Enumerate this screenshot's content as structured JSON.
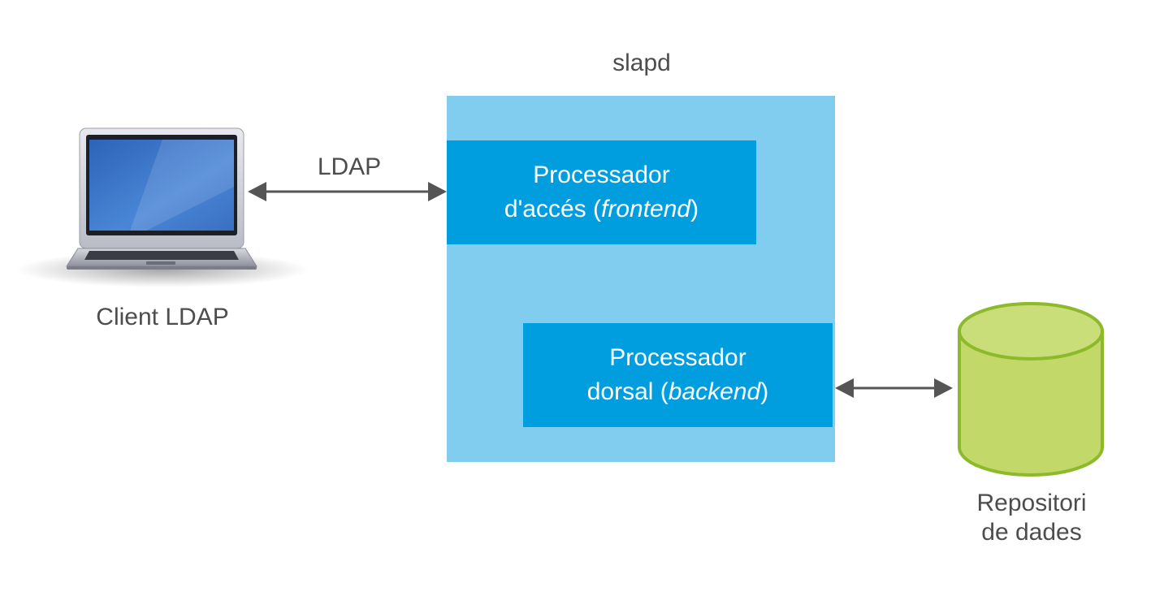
{
  "diagram": {
    "slapd_title": "slapd",
    "protocol_label": "LDAP",
    "client": {
      "label": "Client LDAP",
      "icon": "laptop-icon"
    },
    "frontend": {
      "line1": "Processador",
      "line2_prefix": "d'accés (",
      "line2_italic": "frontend",
      "line2_suffix": ")"
    },
    "backend": {
      "line1": "Processador",
      "line2_prefix": "dorsal (",
      "line2_italic": "backend",
      "line2_suffix": ")"
    },
    "repository": {
      "line1": "Repositori",
      "line2": "de dades",
      "icon": "database-cylinder-icon"
    },
    "colors": {
      "container": "#81cdef",
      "process_box": "#009edf",
      "cylinder_fill": "#c2d96a",
      "cylinder_stroke": "#8cba2a",
      "arrow": "#555555",
      "text": "#4d4d4d"
    }
  }
}
